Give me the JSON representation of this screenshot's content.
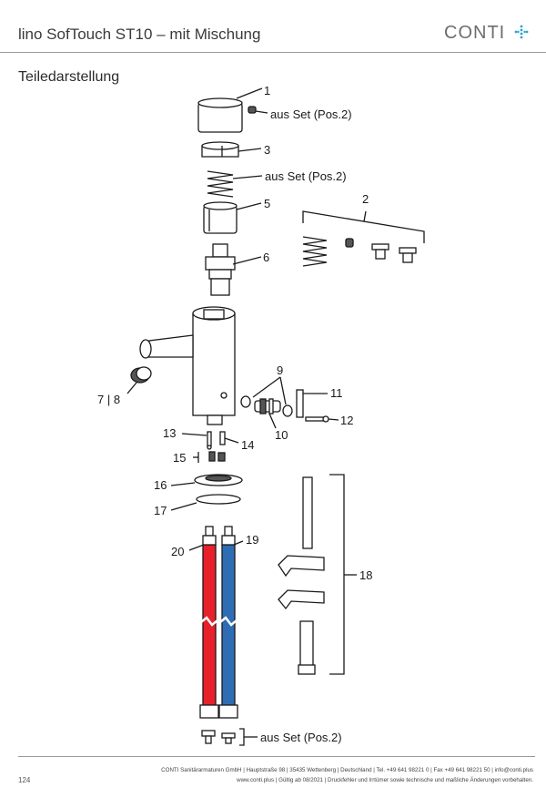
{
  "header": {
    "title": "lino SofTouch ST10 – mit Mischung",
    "brand": "CONTI"
  },
  "section_title": "Teiledarstellung",
  "labels": {
    "p1": "1",
    "p2": "2",
    "p3": "3",
    "p5": "5",
    "p6": "6",
    "p7_8": "7 | 8",
    "p9": "9",
    "p10": "10",
    "p11": "11",
    "p12": "12",
    "p13": "13",
    "p14": "14",
    "p15": "15",
    "p16": "16",
    "p17": "17",
    "p18": "18",
    "p19": "19",
    "p20": "20",
    "set_note": "aus Set (Pos.2)"
  },
  "footer": {
    "page_number": "124",
    "line1": "CONTI Sanitärarmaturen GmbH | Hauptstraße 98 | 35435 Wettenberg | Deutschland | Tel. +49 641 98221 0 | Fax +49 641 98221 50 | info@conti.plus",
    "line2": "www.conti.plus | Gültig ab 08/2021 | Druckfehler und Irrtümer sowie technische und maßliche Änderungen vorbehalten."
  },
  "colors": {
    "hot_hose": "#e8202a",
    "cold_hose": "#2e6db4",
    "line": "#1a1a1a",
    "logo_dots": "#29a3d6"
  }
}
